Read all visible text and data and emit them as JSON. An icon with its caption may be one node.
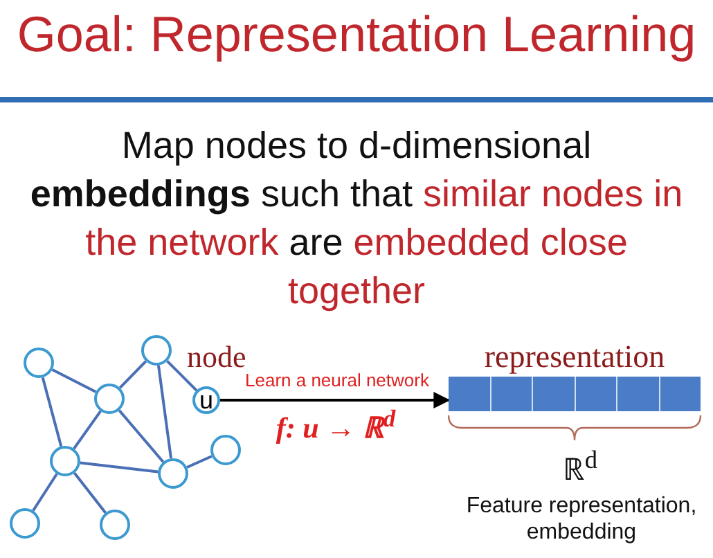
{
  "diagram": {
    "title": "Goal: Representation Learning",
    "nodes": [
      {
        "text": [],
        "shape": "circle"
      },
      {
        "text": [],
        "shape": "circle"
      },
      {
        "text": [],
        "shape": "circle"
      },
      {
        "text": [
          "u"
        ],
        "beside": [
          "node"
        ]
      },
      {
        "text": [],
        "shape": "circle"
      },
      {
        "text": [],
        "shape": "circle"
      },
      {
        "text": [],
        "shape": "circle"
      },
      {
        "text": [],
        "shape": "circle"
      },
      {
        "text": [],
        "shape": "circle"
      },
      {
        "text": [
          "representation"
        ]
      }
    ],
    "edges": [
      {
        "from": 0,
        "to": 2,
        "arrow": "none"
      },
      {
        "from": 0,
        "to": 5,
        "arrow": "none"
      },
      {
        "from": 2,
        "to": 1,
        "arrow": "none"
      },
      {
        "from": 1,
        "to": 3,
        "arrow": "none"
      },
      {
        "from": 1,
        "to": 6,
        "arrow": "none"
      },
      {
        "from": 2,
        "to": 6,
        "arrow": "none"
      },
      {
        "from": 2,
        "to": 5,
        "arrow": "none"
      },
      {
        "from": 5,
        "to": 6,
        "arrow": "none"
      },
      {
        "from": 6,
        "to": 4,
        "arrow": "none"
      },
      {
        "from": 5,
        "to": 7,
        "arrow": "none"
      },
      {
        "from": 5,
        "to": 8,
        "arrow": "none"
      },
      {
        "from": 3,
        "to": 9,
        "arrow": "to",
        "label": "Learn a neural network",
        "color": "#000000"
      }
    ],
    "labels": [
      "Map nodes to d-dimensional **embeddings** such that *similar nodes in the network* are *embedded close together*",
      "f: u → ℝ$^{d}$",
      "ℝ$^{d}$",
      "Feature representation, embedding"
    ]
  }
}
